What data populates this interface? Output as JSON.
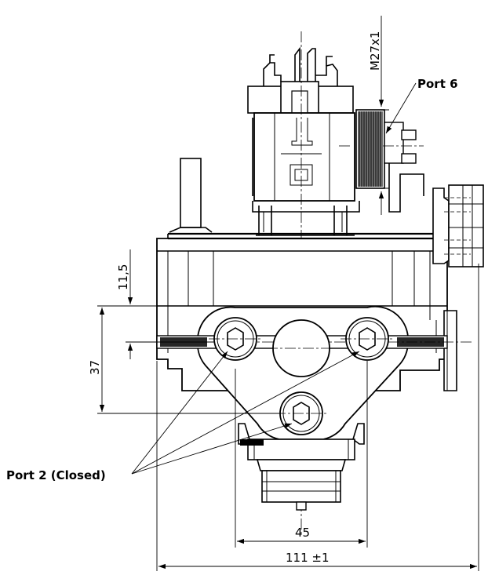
{
  "labels": {
    "port6": "Port 6",
    "port2": "Port 2 (Closed)",
    "thread": "M27x1"
  },
  "dimensions": {
    "d_11_5": "11,5",
    "d_37": "37",
    "d_45": "45",
    "d_111": "111 ±1"
  }
}
